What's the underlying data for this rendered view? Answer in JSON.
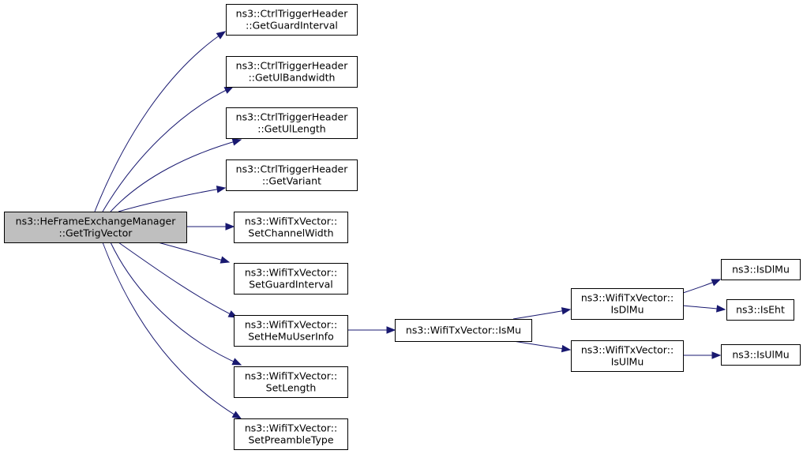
{
  "diagram": {
    "nodes": [
      {
        "id": "root",
        "lines": [
          "ns3::HeFrameExchangeManager",
          "::GetTrigVector"
        ],
        "highlighted": true
      },
      {
        "id": "get-guard-interval",
        "lines": [
          "ns3::CtrlTriggerHeader",
          "::GetGuardInterval"
        ]
      },
      {
        "id": "get-ul-bandwidth",
        "lines": [
          "ns3::CtrlTriggerHeader",
          "::GetUlBandwidth"
        ]
      },
      {
        "id": "get-ul-length",
        "lines": [
          "ns3::CtrlTriggerHeader",
          "::GetUlLength"
        ]
      },
      {
        "id": "get-variant",
        "lines": [
          "ns3::CtrlTriggerHeader",
          "::GetVariant"
        ]
      },
      {
        "id": "set-channel-width",
        "lines": [
          "ns3::WifiTxVector::",
          "SetChannelWidth"
        ]
      },
      {
        "id": "set-guard-interval",
        "lines": [
          "ns3::WifiTxVector::",
          "SetGuardInterval"
        ]
      },
      {
        "id": "set-he-mu-user-info",
        "lines": [
          "ns3::WifiTxVector::",
          "SetHeMuUserInfo"
        ]
      },
      {
        "id": "set-length",
        "lines": [
          "ns3::WifiTxVector::",
          "SetLength"
        ]
      },
      {
        "id": "set-preamble-type",
        "lines": [
          "ns3::WifiTxVector::",
          "SetPreambleType"
        ]
      },
      {
        "id": "is-mu",
        "lines": [
          "ns3::WifiTxVector::IsMu"
        ]
      },
      {
        "id": "tx-is-dl-mu",
        "lines": [
          "ns3::WifiTxVector::",
          "IsDlMu"
        ]
      },
      {
        "id": "tx-is-ul-mu",
        "lines": [
          "ns3::WifiTxVector::",
          "IsUlMu"
        ]
      },
      {
        "id": "is-dl-mu",
        "lines": [
          "ns3::IsDlMu"
        ]
      },
      {
        "id": "is-eht",
        "lines": [
          "ns3::IsEht"
        ]
      },
      {
        "id": "is-ul-mu",
        "lines": [
          "ns3::IsUlMu"
        ]
      }
    ],
    "edges": [
      {
        "from": "root",
        "to": "get-guard-interval"
      },
      {
        "from": "root",
        "to": "get-ul-bandwidth"
      },
      {
        "from": "root",
        "to": "get-ul-length"
      },
      {
        "from": "root",
        "to": "get-variant"
      },
      {
        "from": "root",
        "to": "set-channel-width"
      },
      {
        "from": "root",
        "to": "set-guard-interval"
      },
      {
        "from": "root",
        "to": "set-he-mu-user-info"
      },
      {
        "from": "root",
        "to": "set-length"
      },
      {
        "from": "root",
        "to": "set-preamble-type"
      },
      {
        "from": "set-he-mu-user-info",
        "to": "is-mu"
      },
      {
        "from": "is-mu",
        "to": "tx-is-dl-mu"
      },
      {
        "from": "is-mu",
        "to": "tx-is-ul-mu"
      },
      {
        "from": "tx-is-dl-mu",
        "to": "is-dl-mu"
      },
      {
        "from": "tx-is-dl-mu",
        "to": "is-eht"
      },
      {
        "from": "tx-is-ul-mu",
        "to": "is-ul-mu"
      }
    ],
    "colors": {
      "edge": "#191970",
      "root_fill": "#bfbfbf",
      "node_fill": "#ffffff",
      "border": "#000000"
    }
  }
}
